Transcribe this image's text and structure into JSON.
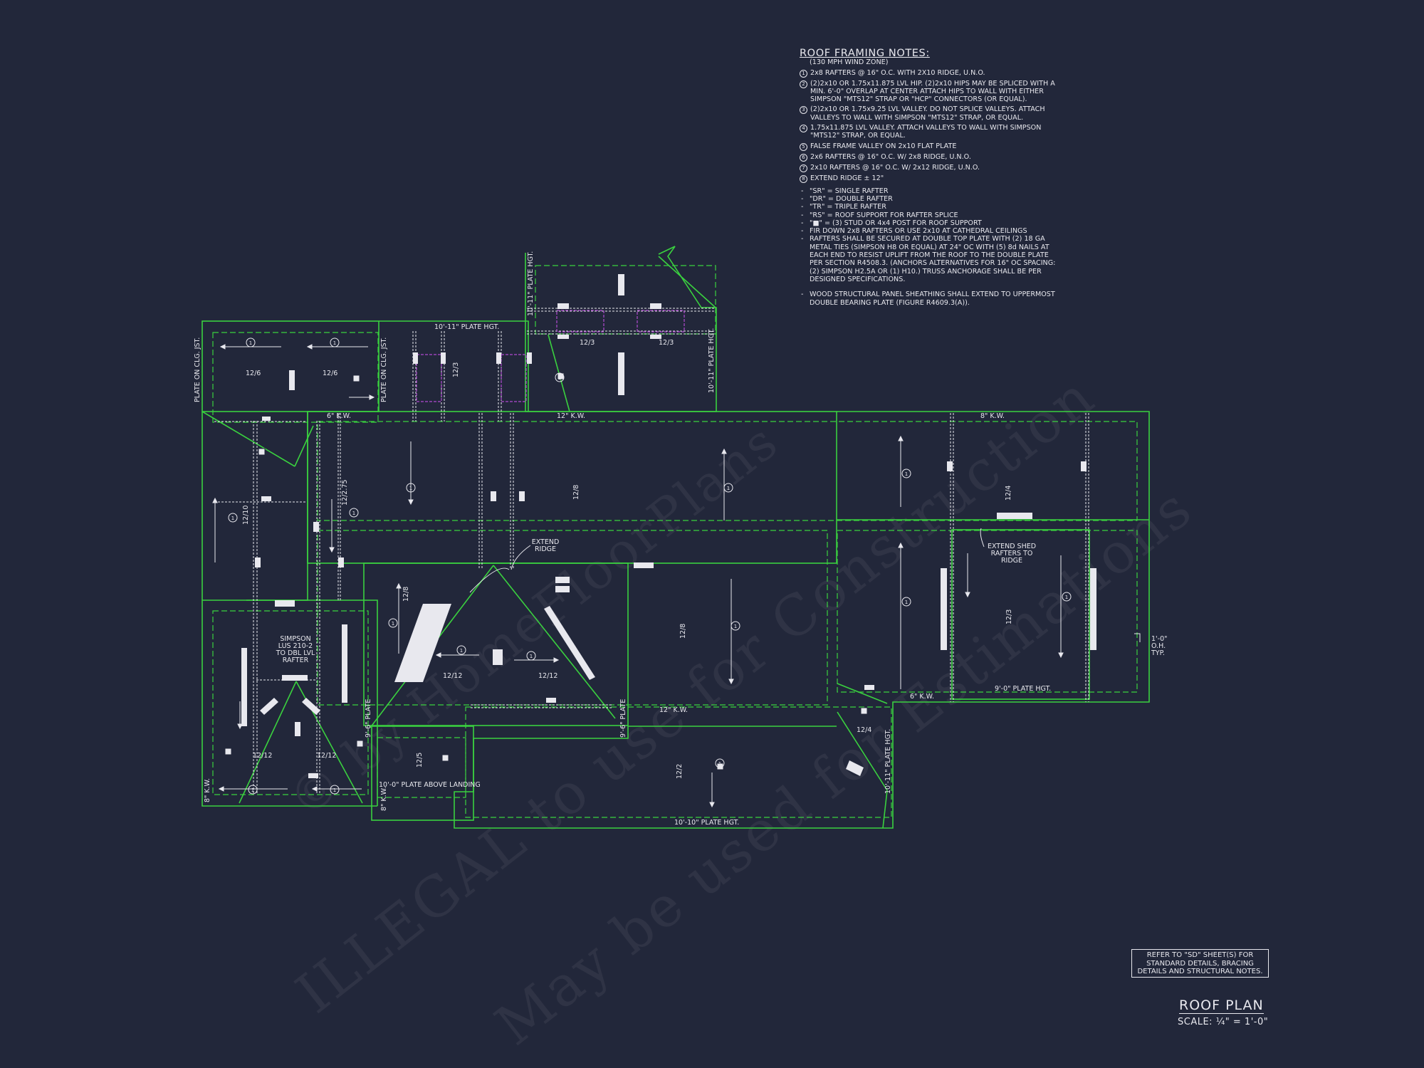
{
  "roof_framing_notes": {
    "title": "ROOF FRAMING NOTES:",
    "subtitle": "(130 MPH WIND ZONE)",
    "numbered": [
      {
        "n": "1",
        "text": "2x8 RAFTERS @ 16\" O.C. WITH 2X10 RIDGE, U.N.O."
      },
      {
        "n": "2",
        "text": "(2)2x10 OR 1.75x11.875 LVL HIP. (2)2x10 HIPS MAY BE SPLICED WITH A MIN. 6'-0\" OVERLAP AT CENTER ATTACH HIPS TO WALL WITH EITHER SIMPSON \"MTS12\" STRAP OR \"HCP\" CONNECTORS (OR EQUAL)."
      },
      {
        "n": "3",
        "text": "(2)2x10 OR 1.75x9.25 LVL VALLEY. DO NOT SPLICE VALLEYS. ATTACH VALLEYS TO WALL WITH SIMPSON \"MTS12\" STRAP, OR EQUAL."
      },
      {
        "n": "4",
        "text": "1.75x11.875 LVL VALLEY. ATTACH VALLEYS TO WALL WITH SIMPSON \"MTS12\" STRAP, OR EQUAL."
      },
      {
        "n": "5",
        "text": "FALSE FRAME VALLEY ON 2x10 FLAT PLATE"
      },
      {
        "n": "6",
        "text": "2x6 RAFTERS @ 16\" O.C. W/ 2x8 RIDGE, U.N.O."
      },
      {
        "n": "7",
        "text": "2x10 RAFTERS @ 16\" O.C. W/ 2x12 RIDGE, U.N.O."
      },
      {
        "n": "8",
        "text": "EXTEND RIDGE ± 12\""
      }
    ],
    "bullets": [
      "\"SR\" = SINGLE RAFTER",
      "\"DR\" = DOUBLE RAFTER",
      "\"TR\" = TRIPLE RAFTER",
      "\"RS\" = ROOF SUPPORT FOR RAFTER SPLICE",
      "\"■\" = (3) STUD OR 4x4 POST FOR ROOF SUPPORT",
      "FIR DOWN 2x8 RAFTERS OR USE 2x10 AT CATHEDRAL CEILINGS",
      "RAFTERS SHALL BE SECURED AT DOUBLE TOP PLATE WITH (2) 18 GA METAL TIES (SIMPSON H8 OR EQUAL) AT 24\" OC WITH (5) 8d NAILS AT EACH END TO RESIST UPLIFT FROM THE ROOF TO THE DOUBLE PLATE PER SECTION R4508.3. (ANCHORS ALTERNATIVES FOR 16\" OC SPACING: (2) SIMPSON H2.5A OR (1) H10.) TRUSS ANCHORAGE SHALL BE PER DESIGNED SPECIFICATIONS."
    ],
    "last_bullet": "WOOD STRUCTURAL PANEL SHEATHING SHALL EXTEND TO UPPERMOST DOUBLE BEARING PLATE (FIGURE R4609.3(A))."
  },
  "reference_box": "REFER TO \"SD\" SHEET(S) FOR STANDARD DETAILS, BRACING DETAILS AND STRUCTURAL NOTES.",
  "plan_title": "ROOF PLAN",
  "plan_scale": "SCALE: ¼\" = 1'-0\"",
  "watermark": {
    "line1": "ILLEGAL to use for Construction",
    "line2": "May be used for Estimations",
    "line3": "© by HomeFloorPlans"
  },
  "labels": {
    "plate_hgt_10_11_top": "10'-11\" PLATE HGT.",
    "plate_hgt_10_11_v1": "10'-11\" PLATE HGT.",
    "plate_hgt_10_11_v2": "10'-11\" PLATE HGT.",
    "plate_hgt_10_11_v3": "10'-11\" PLATE HGT.",
    "plate_on_clg_1": "PLATE ON CLG. JST.",
    "plate_on_clg_2": "PLATE ON CLG. JST.",
    "kw_6_left": "6\" K.W.",
    "kw_12_top": "12\" K.W.",
    "kw_8_right": "8\" K.W.",
    "kw_12_bottom": "12\" K.W.",
    "kw_6_right": "6\" K.W.",
    "kw_8_left_v": "8\" K.W.",
    "kw_8_mid_v": "8\" K.W.",
    "extend_ridge": "EXTEND RIDGE",
    "extend_shed": "EXTEND SHED RAFTERS TO RIDGE",
    "simpson_lus": "SIMPSON LUS 210-2 TO DBL LVL RAFTER",
    "plate_9_0": "9'-0\" PLATE HGT.",
    "oh": "1'-0\" O.H. TYP.",
    "plate_above_landing": "10'-0\" PLATE ABOVE LANDING",
    "plate_10_10": "10'-10\" PLATE HGT.",
    "plate_9_6": "9'-6\" PLATE",
    "plate_9_6b": "9'-6\" PLATE"
  },
  "pitch_labels": [
    "12/6",
    "12/6",
    "12/3",
    "12/8",
    "12/10",
    "12/2.75",
    "12/8",
    "12/12",
    "12/12",
    "12/8",
    "12/12",
    "12/12",
    "12/5",
    "12/2",
    "12/4",
    "12/4",
    "12/3",
    "12/3",
    "12/3"
  ],
  "note_circle_numbers": [
    "1",
    "1",
    "1",
    "1",
    "1",
    "1",
    "1",
    "1",
    "1",
    "1",
    "1",
    "1",
    "1",
    "1",
    "1",
    "1",
    "1"
  ],
  "colors": {
    "background": "#22273a",
    "wall_lines": "#3ad13f",
    "annotation": "#e8e8ee",
    "framing_magenta": "#b04ad0"
  }
}
